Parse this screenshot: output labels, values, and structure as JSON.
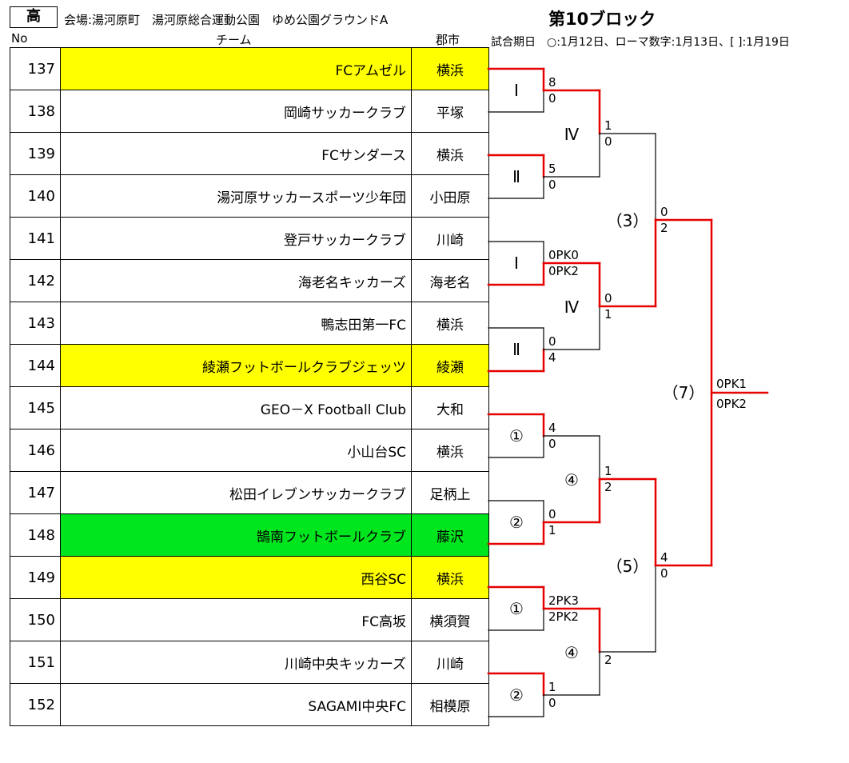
{
  "header": {
    "grade": "高",
    "venue": "会場:湯河原町　湯河原総合運動公園　ゆめ公園グラウンドA",
    "block_title": "第10ブロック",
    "schedule_legend": "試合期日　○:1月12日、ローマ数字:1月13日、[ ]:1月19日",
    "col_no": "No",
    "col_team": "チーム",
    "col_city": "郡市"
  },
  "colors": {
    "line": "#000000",
    "winner": "#e60000",
    "highlight_yellow": "#ffff00",
    "highlight_green": "#00e61e"
  },
  "teams": [
    {
      "no": "137",
      "name": "FCアムゼル",
      "city": "横浜",
      "highlight": "yellow"
    },
    {
      "no": "138",
      "name": "岡崎サッカークラブ",
      "city": "平塚",
      "highlight": ""
    },
    {
      "no": "139",
      "name": "FCサンダース",
      "city": "横浜",
      "highlight": ""
    },
    {
      "no": "140",
      "name": "湯河原サッカースポーツ少年団",
      "city": "小田原",
      "highlight": ""
    },
    {
      "no": "141",
      "name": "登戸サッカークラブ",
      "city": "川崎",
      "highlight": ""
    },
    {
      "no": "142",
      "name": "海老名キッカーズ",
      "city": "海老名",
      "highlight": ""
    },
    {
      "no": "143",
      "name": "鴨志田第一FC",
      "city": "横浜",
      "highlight": ""
    },
    {
      "no": "144",
      "name": "綾瀬フットボールクラブジェッツ",
      "city": "綾瀬",
      "highlight": "yellow"
    },
    {
      "no": "145",
      "name": "GEO－X  Football  Club",
      "city": "大和",
      "highlight": ""
    },
    {
      "no": "146",
      "name": "小山台SC",
      "city": "横浜",
      "highlight": ""
    },
    {
      "no": "147",
      "name": "松田イレブンサッカークラブ",
      "city": "足柄上",
      "highlight": ""
    },
    {
      "no": "148",
      "name": "鵠南フットボールクラブ",
      "city": "藤沢",
      "highlight": "green"
    },
    {
      "no": "149",
      "name": "西谷SC",
      "city": "横浜",
      "highlight": "yellow"
    },
    {
      "no": "150",
      "name": "FC高坂",
      "city": "横須賀",
      "highlight": ""
    },
    {
      "no": "151",
      "name": "川崎中央キッカーズ",
      "city": "川崎",
      "highlight": ""
    },
    {
      "no": "152",
      "name": "SAGAMI中央FC",
      "city": "相模原",
      "highlight": ""
    }
  ],
  "bracket": {
    "round1": [
      {
        "label": "Ⅰ",
        "scores": [
          "8",
          "0"
        ],
        "winner": 0
      },
      {
        "label": "Ⅱ",
        "scores": [
          "5",
          "0"
        ],
        "winner": 0
      },
      {
        "label": "Ⅰ",
        "scores": [
          "0PK0",
          "0PK2"
        ],
        "winner": 1
      },
      {
        "label": "Ⅱ",
        "scores": [
          "0",
          "4"
        ],
        "winner": 1
      },
      {
        "label": "①",
        "scores": [
          "4",
          "0"
        ],
        "winner": 0
      },
      {
        "label": "②",
        "scores": [
          "0",
          "1"
        ],
        "winner": 1
      },
      {
        "label": "①",
        "scores": [
          "2PK3",
          "2PK2"
        ],
        "winner": 0
      },
      {
        "label": "②",
        "scores": [
          "1",
          "0"
        ],
        "winner": 0
      }
    ],
    "round2": [
      {
        "label": "Ⅳ",
        "scores": [
          "1",
          "0"
        ],
        "winner": 0
      },
      {
        "label": "Ⅳ",
        "scores": [
          "0",
          "1"
        ],
        "winner": 0
      },
      {
        "label": "④",
        "scores": [
          "1",
          "2"
        ],
        "winner": 1
      },
      {
        "label": "④",
        "scores": [
          "",
          "2"
        ],
        "winner": 0
      }
    ],
    "round3": [
      {
        "label": "（3）",
        "scores": [
          "0",
          "2"
        ],
        "winner": 1
      },
      {
        "label": "（5）",
        "scores": [
          "4",
          "0"
        ],
        "winner": 0
      }
    ],
    "final": {
      "label": "（7）",
      "scores": [
        "0PK1",
        "0PK2"
      ]
    }
  }
}
